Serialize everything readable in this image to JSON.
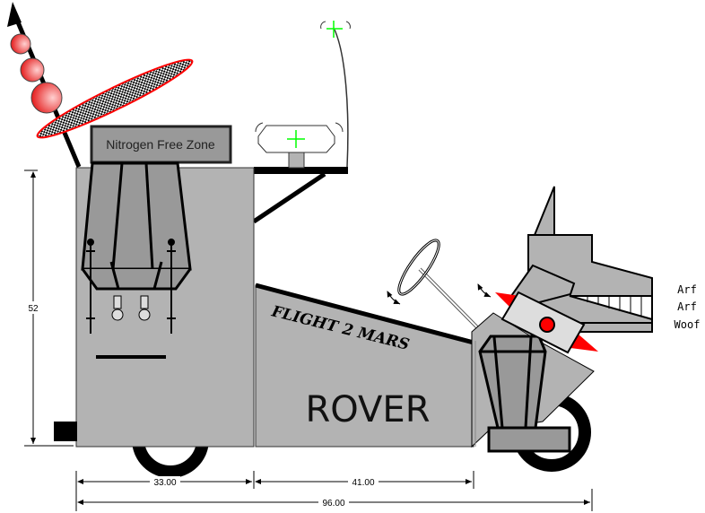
{
  "sign": {
    "label": "Nitrogen Free Zone"
  },
  "body_text": {
    "slogan": "FLIGHT 2 MARS",
    "name": "ROVER"
  },
  "dog_speech": [
    "Arf",
    "Arf",
    "Woof"
  ],
  "dimensions": {
    "height": "52",
    "rear_section": "33.00",
    "mid_section": "41.00",
    "total_length": "96.00"
  },
  "colors": {
    "body": "#b3b3b3",
    "panel": "#999999",
    "accent_red": "#ff0000",
    "crosshair": "#00ff00"
  }
}
